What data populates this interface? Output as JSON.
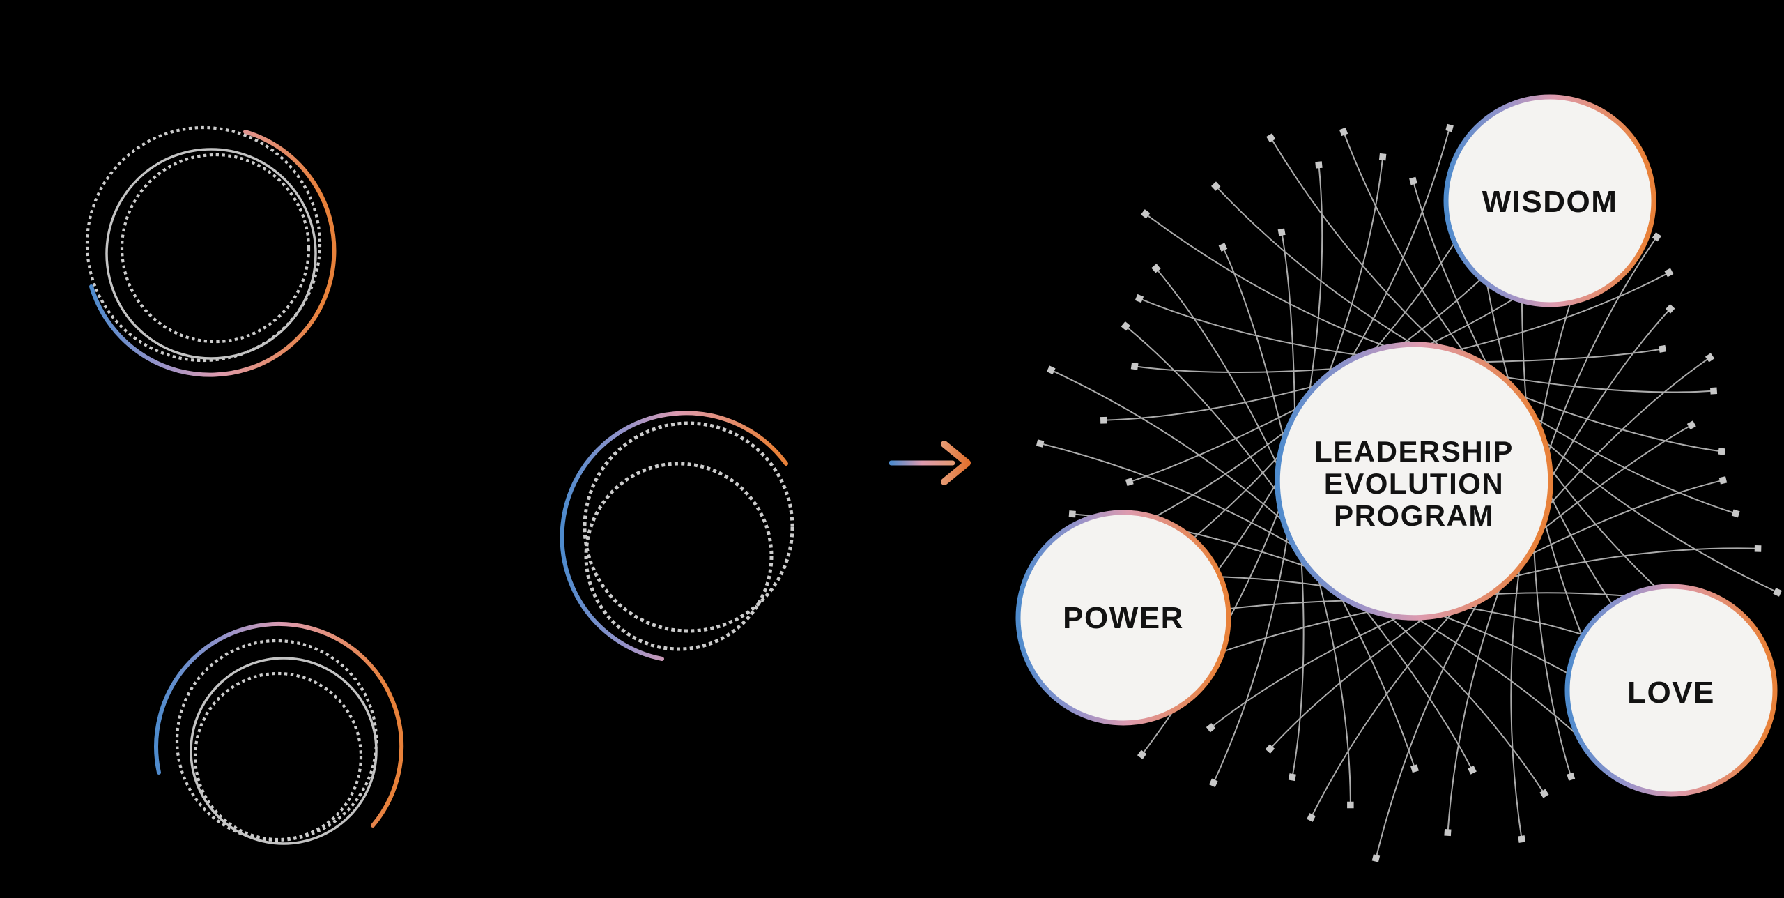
{
  "colors": {
    "background": "#000000",
    "gradient_blue": "#4e8bcd",
    "gradient_purple": "#9b93c9",
    "gradient_pink": "#dd9baf",
    "gradient_orange": "#e8813a",
    "arrowhead_orange_light": "#e69a73",
    "arrowhead_orange": "#e3702e",
    "mesh_gray": "#ababab",
    "dot_gray": "#c8c8c8",
    "ring_dotted_gray": "#cccccc",
    "ring_solid_gray": "#c3c3c3",
    "node_fill": "#f4f3f1",
    "label_text": "#121212"
  },
  "nodes": {
    "center": {
      "lines": [
        "LEADERSHIP",
        "EVOLUTION",
        "PROGRAM"
      ]
    },
    "wisdom": {
      "label": "WISDOM"
    },
    "power": {
      "label": "POWER"
    },
    "love": {
      "label": "LOVE"
    }
  }
}
